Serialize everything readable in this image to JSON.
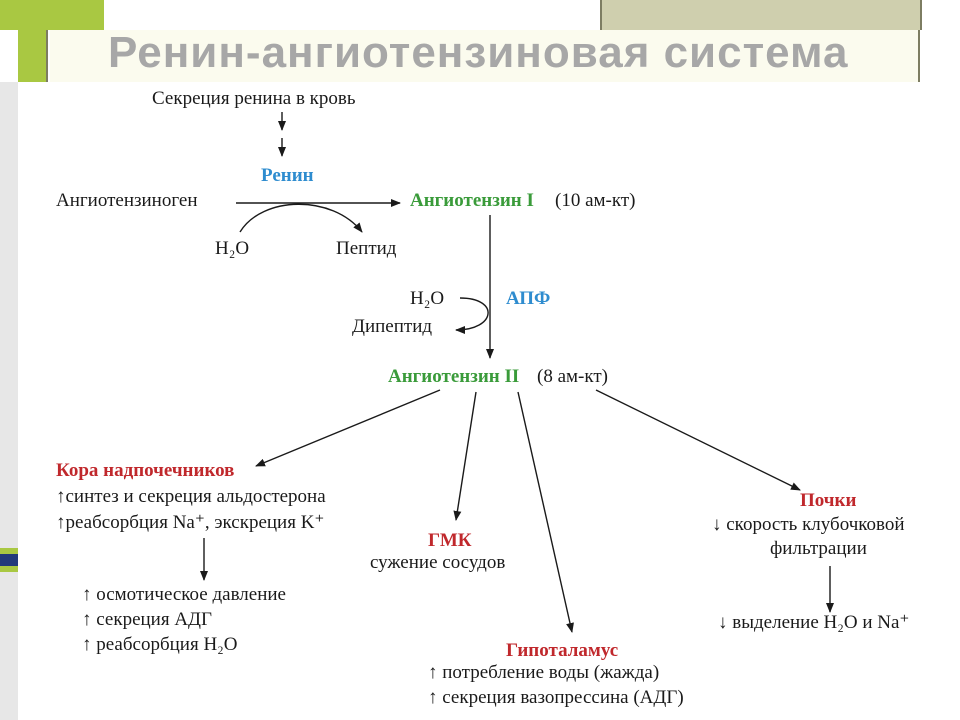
{
  "title": "Ренин-ангиотензиновая система",
  "secretion": "Секреция ренина в кровь",
  "renin": "Ренин",
  "angiotensinogen": "Ангиотензиноген",
  "angiotensin1": "Ангиотензин I",
  "angiotensin1_note": "(10 ам-кт)",
  "h2o_1": "H₂O",
  "peptide": "Пептид",
  "h2o_2": "H₂O",
  "ace": "АПФ",
  "dipeptide": "Дипептид",
  "angiotensin2": "Ангиотензин II",
  "angiotensin2_note": "(8 ам-кт)",
  "adrenal": {
    "title": "Кора надпочечников",
    "line1": "синтез и секреция альдостерона",
    "line2": "реабсорбция Na⁺, экскреция K⁺",
    "effect1": "осмотическое давление",
    "effect2": "секреция АДГ",
    "effect3": "реабсорбция H₂O"
  },
  "smc": {
    "title": "ГМК",
    "line1": "сужение сосудов"
  },
  "hypothalamus": {
    "title": "Гипоталамус",
    "line1": "потребление воды (жажда)",
    "line2": "секреция вазопрессина (АДГ)"
  },
  "kidneys": {
    "title": "Почки",
    "line1": "скорость клубочковой",
    "line2": "фильтрации",
    "effect1": "выделение H₂O и Na⁺"
  },
  "colors": {
    "enzyme": "#2e8ccf",
    "angiotensin": "#3a9b3a",
    "target": "#c0282c",
    "accent_green": "#a9c842"
  }
}
